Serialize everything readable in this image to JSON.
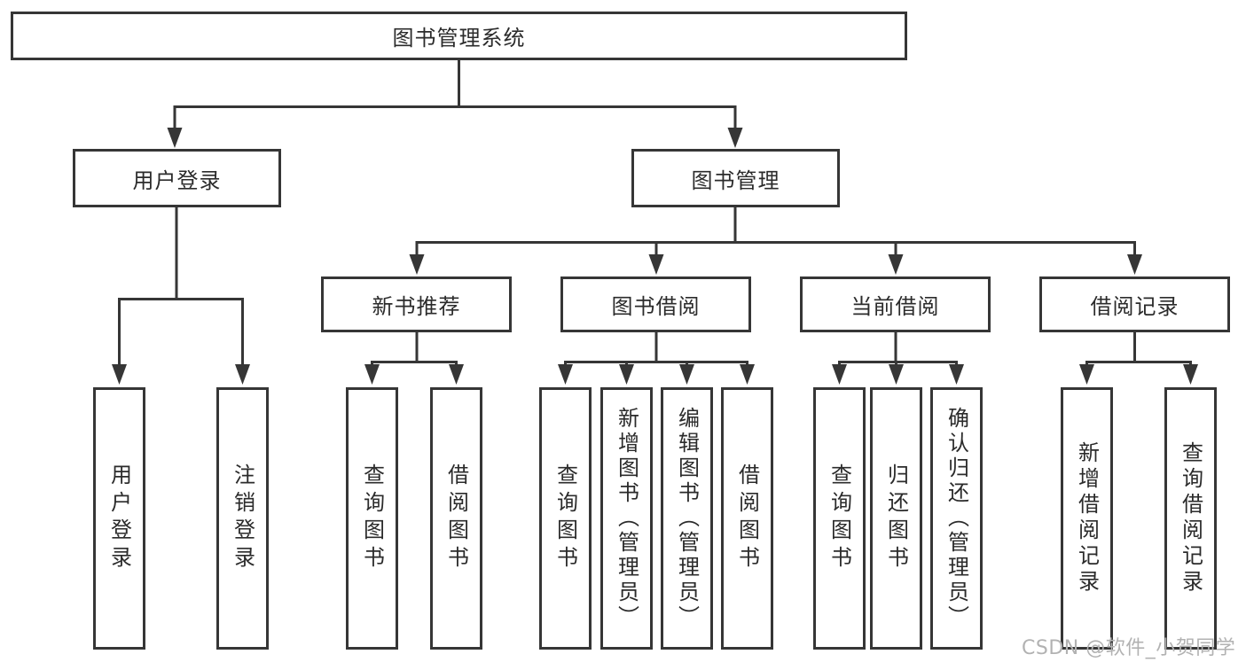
{
  "diagram": {
    "type": "tree",
    "title": "图书管理系统",
    "root": {
      "label": "图书管理系统",
      "children": [
        {
          "label": "用户登录",
          "children": [
            {
              "label": "用户登录"
            },
            {
              "label": "注销登录"
            }
          ]
        },
        {
          "label": "图书管理",
          "children": [
            {
              "label": "新书推荐",
              "children": [
                {
                  "label": "查询图书"
                },
                {
                  "label": "借阅图书"
                }
              ]
            },
            {
              "label": "图书借阅",
              "children": [
                {
                  "label": "查询图书"
                },
                {
                  "label": "新增图书（管理员）"
                },
                {
                  "label": "编辑图书（管理员）"
                },
                {
                  "label": "借阅图书"
                }
              ]
            },
            {
              "label": "当前借阅",
              "children": [
                {
                  "label": "查询图书"
                },
                {
                  "label": "归还图书"
                },
                {
                  "label": "确认归还（管理员）"
                }
              ]
            },
            {
              "label": "借阅记录",
              "children": [
                {
                  "label": "新增借阅记录"
                },
                {
                  "label": "查询借阅记录"
                }
              ]
            }
          ]
        }
      ]
    }
  },
  "watermark": {
    "text": "CSDN @软件_小贺同学"
  },
  "colors": {
    "line": "#363636",
    "box_border": "#363636",
    "box_background": "#ffffff",
    "text": "#2b2b2b",
    "watermark": "#b2b2b2"
  }
}
